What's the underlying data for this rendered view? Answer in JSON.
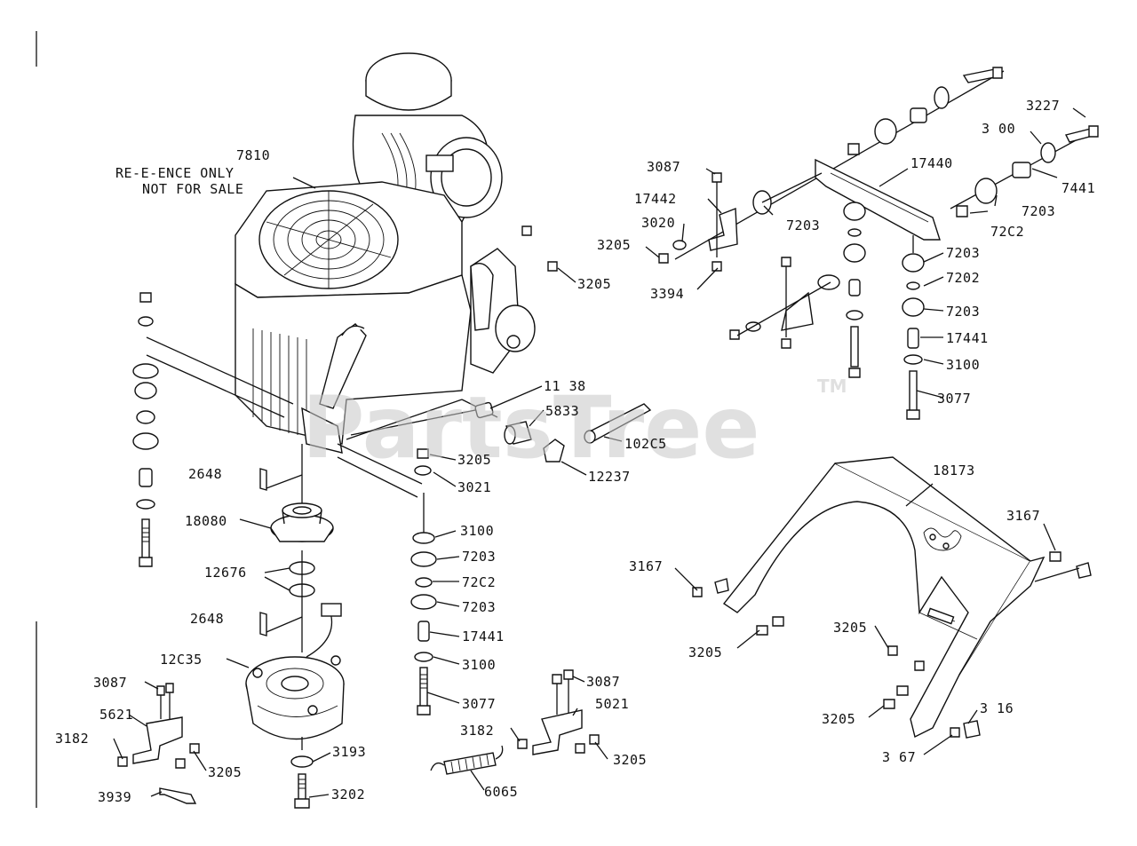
{
  "watermark": {
    "text": "PartsTree",
    "trademark": "TM"
  },
  "note": {
    "part": "7810",
    "line1": "RE-E-ENCE ONLY",
    "line2": "NOT FOR SALE"
  },
  "labels": {
    "l3227": "3227",
    "l3100a": "3 00",
    "l7441": "7441",
    "l17440": "17440",
    "l3087a": "3087",
    "l17442": "17442",
    "l3020": "3020",
    "l3205a": "3205",
    "l3394": "3394",
    "l7203a": "7203",
    "l7203b": "7203",
    "l7202a": "72C2",
    "l7203c": "7203",
    "l7202b": "7202",
    "l7203d": "7203",
    "l17441a": "17441",
    "l3100b": "3100",
    "l3077a": "3077",
    "l3205b": "3205",
    "l1138": "11 38",
    "l5833": "5833",
    "l10205": "102C5",
    "l12237": "12237",
    "l3205c": "3205",
    "l3021": "3021",
    "l2648a": "2648",
    "l18080": "18080",
    "l3100c": "3100",
    "l7203e": "7203",
    "l12676": "12676",
    "l7202c": "72C2",
    "l7203f": "7203",
    "l2648b": "2648",
    "l17441b": "17441",
    "l12035": "12C35",
    "l3100d": "3100",
    "l3087b": "3087",
    "l3077b": "3077",
    "l5821": "5621",
    "l3087c": "3087",
    "l5021": "5021",
    "l3182a": "3182",
    "l3182b": "3182",
    "l3205d": "3205",
    "l3193": "3193",
    "l3205e": "3205",
    "l3939": "3939",
    "l3202": "3202",
    "l6065": "6065",
    "l18173": "18173",
    "l3167a": "3167",
    "l3167b": "3167",
    "l3205f": "3205",
    "l3205g": "3205",
    "l3205h": "3205",
    "l3116": "3 16",
    "l3167c": "3 67"
  }
}
